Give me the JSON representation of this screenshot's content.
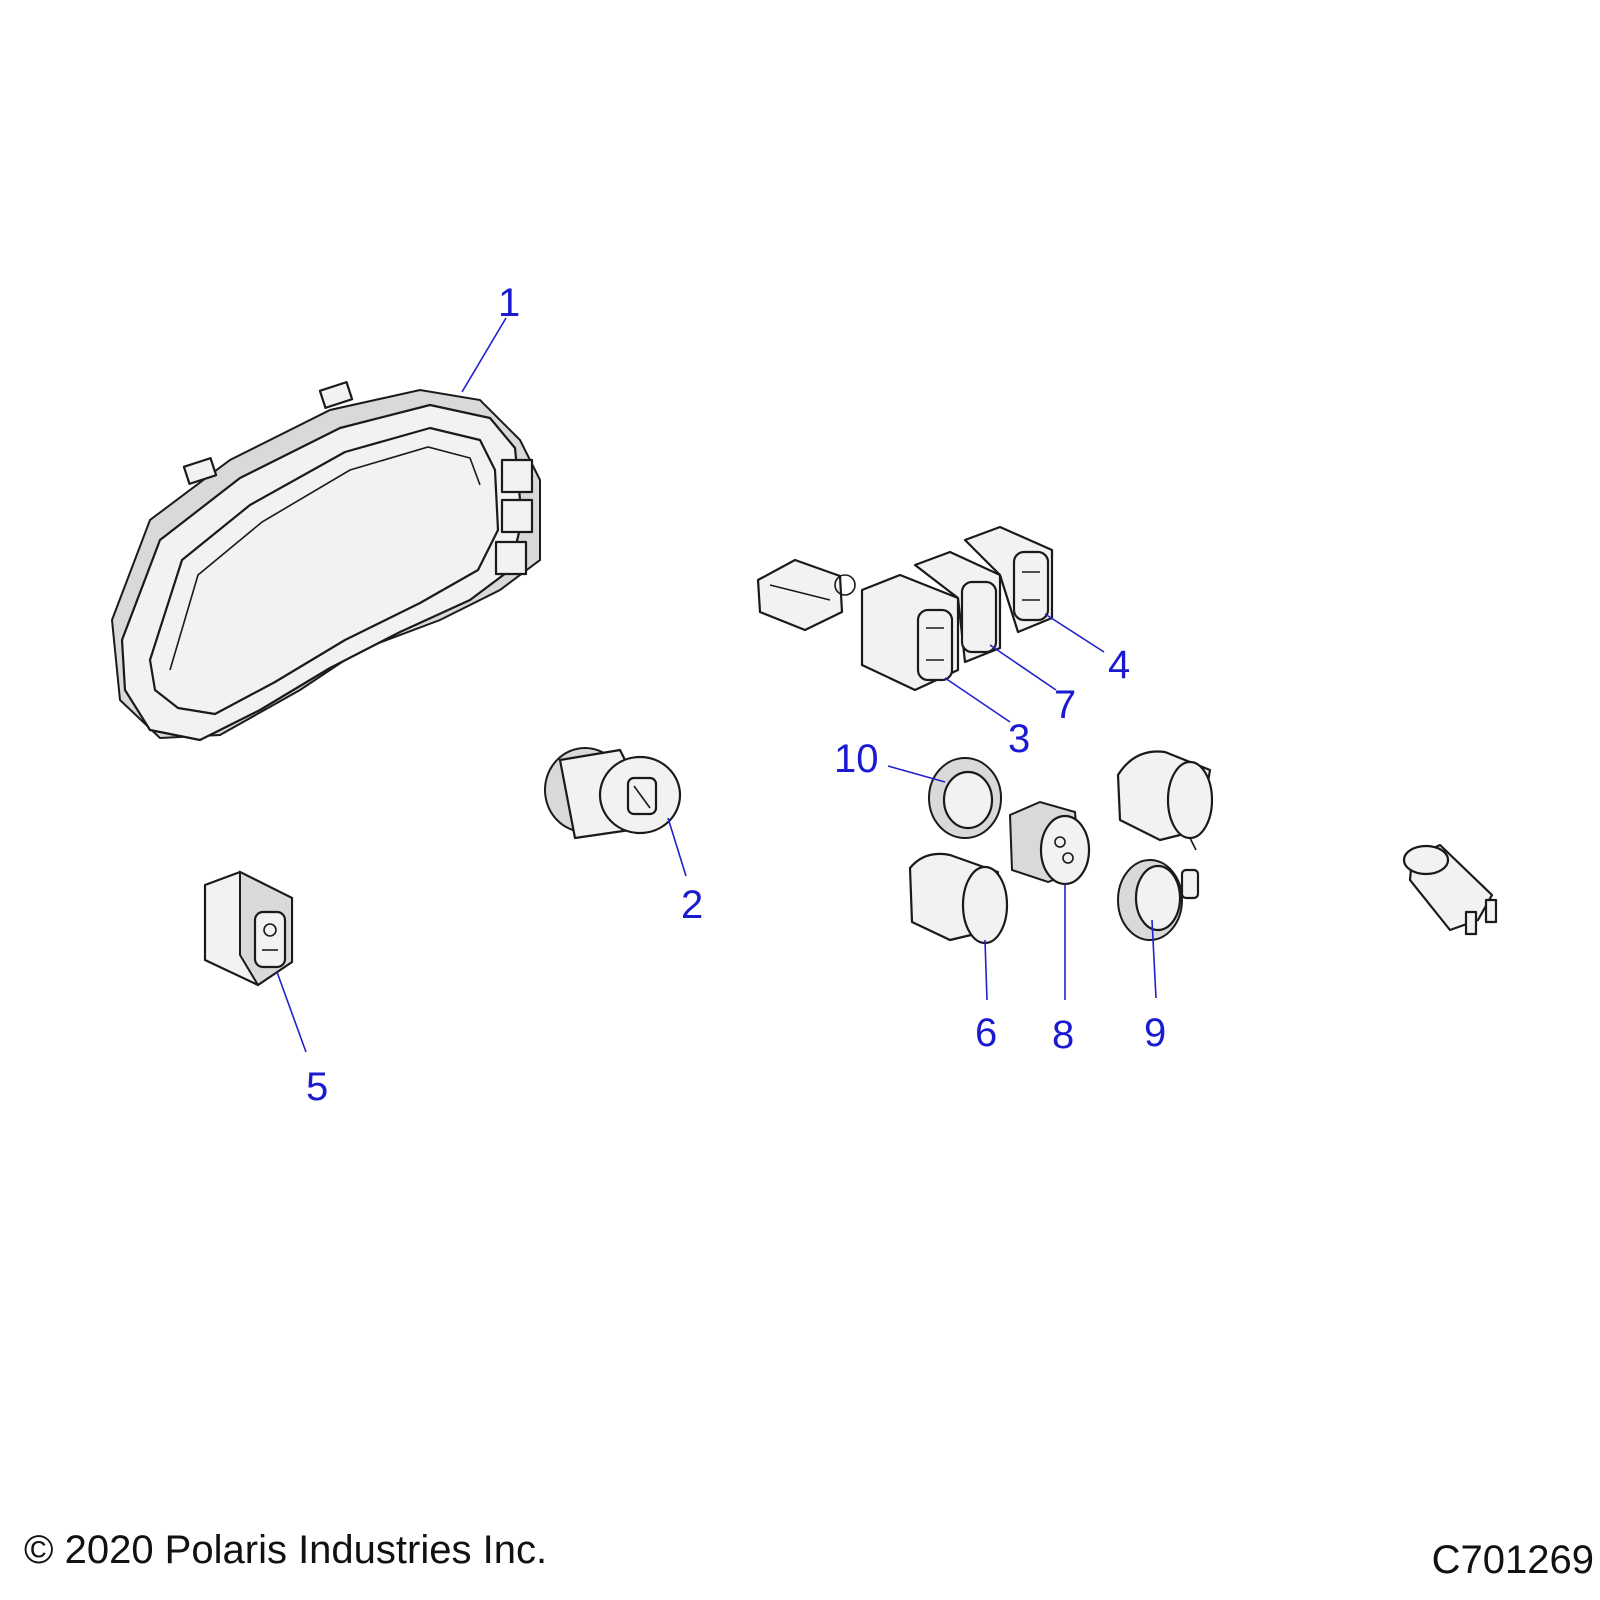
{
  "callouts": [
    {
      "id": "c1",
      "label": "1"
    },
    {
      "id": "c2",
      "label": "2"
    },
    {
      "id": "c3",
      "label": "3"
    },
    {
      "id": "c4",
      "label": "4"
    },
    {
      "id": "c5",
      "label": "5"
    },
    {
      "id": "c6",
      "label": "6"
    },
    {
      "id": "c7",
      "label": "7"
    },
    {
      "id": "c8",
      "label": "8"
    },
    {
      "id": "c9",
      "label": "9"
    },
    {
      "id": "c10",
      "label": "10"
    }
  ],
  "footer": {
    "copyright": "© 2020 Polaris Industries Inc.",
    "diagram_id": "C701269"
  },
  "colors": {
    "callout": "#1a1ad0",
    "leader": "#2222cc",
    "part_fill": "#f2f2f2",
    "outline": "#1a1a1a"
  }
}
